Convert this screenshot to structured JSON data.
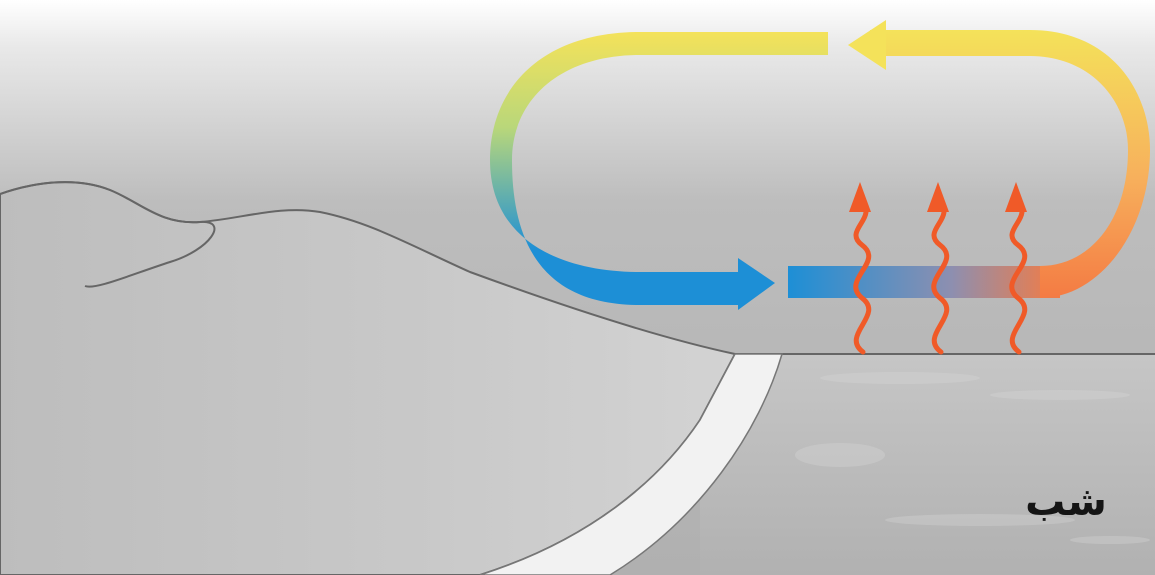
{
  "caption": "شب",
  "colors": {
    "circulation_top": "#f4e25a",
    "circulation_left": "#9fd08a",
    "circulation_bottom": "#1d8fd6",
    "circulation_right": "#f47b43",
    "heat_waves": "#f05a28",
    "sky": "#b7b7b7",
    "land": "#c3c3c3",
    "sea": "#b9b9b9",
    "beach": "#f2f2f2",
    "outline": "#666666"
  },
  "icons": {
    "circulation": "circular-arrow-loop",
    "heat": "wavy-up-arrow"
  }
}
